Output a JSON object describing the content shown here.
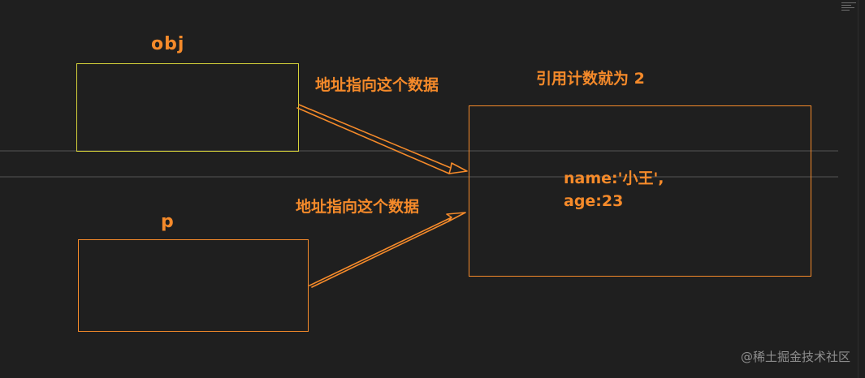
{
  "labels": {
    "obj": "obj",
    "p": "p",
    "address_top": "地址指向这个数据",
    "address_bottom": "地址指向这个数据",
    "ref_count": "引用计数就为 2",
    "data_line1": "name:'小王',",
    "data_line2": "age:23"
  },
  "watermark": "@稀土掘金技术社区",
  "colors": {
    "background": "#1f1f1f",
    "accent": "#f58a2a",
    "obj_box_border": "#d6d23a",
    "box_border": "#f58a2a",
    "watermark": "#8f8f8f"
  }
}
